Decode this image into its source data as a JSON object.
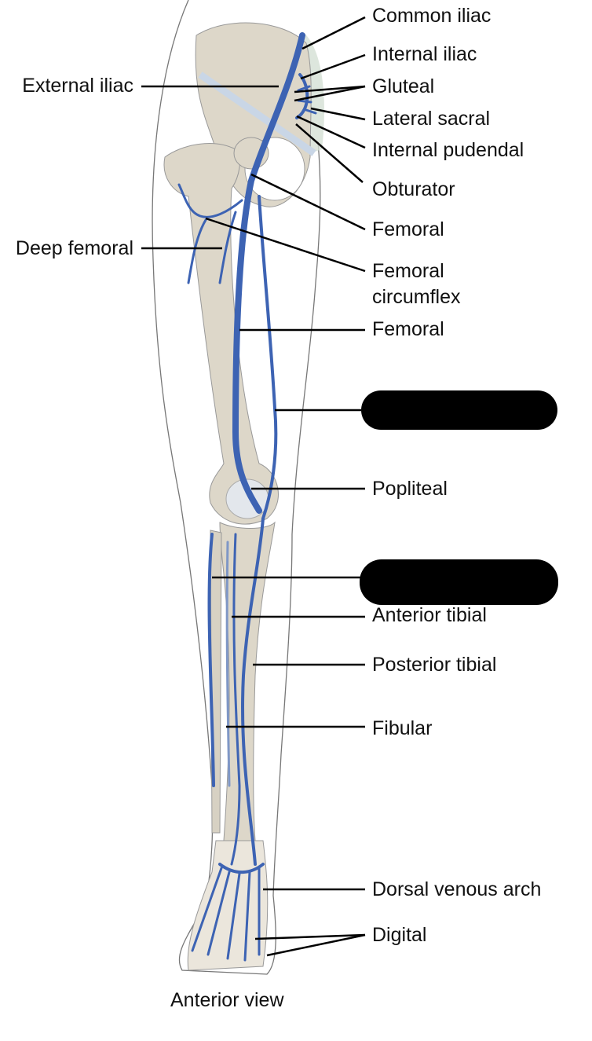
{
  "labels": {
    "common_iliac": "Common iliac",
    "internal_iliac": "Internal iliac",
    "external_iliac": "External iliac",
    "gluteal": "Gluteal",
    "lateral_sacral": "Lateral sacral",
    "internal_pudendal": "Internal pudendal",
    "obturator": "Obturator",
    "femoral_upper": "Femoral",
    "deep_femoral": "Deep femoral",
    "femoral_circumflex_1": "Femoral",
    "femoral_circumflex_2": "circumflex",
    "femoral_lower": "Femoral",
    "popliteal": "Popliteal",
    "anterior_tibial": "Anterior tibial",
    "posterior_tibial": "Posterior tibial",
    "fibular": "Fibular",
    "dorsal_venous_arch": "Dorsal venous arch",
    "digital": "Digital"
  },
  "caption": "Anterior view",
  "colors": {
    "vein": "#3d63b3",
    "bone": "#ddd7c9",
    "outline": "#8a8a8a",
    "redaction": "#000000"
  }
}
